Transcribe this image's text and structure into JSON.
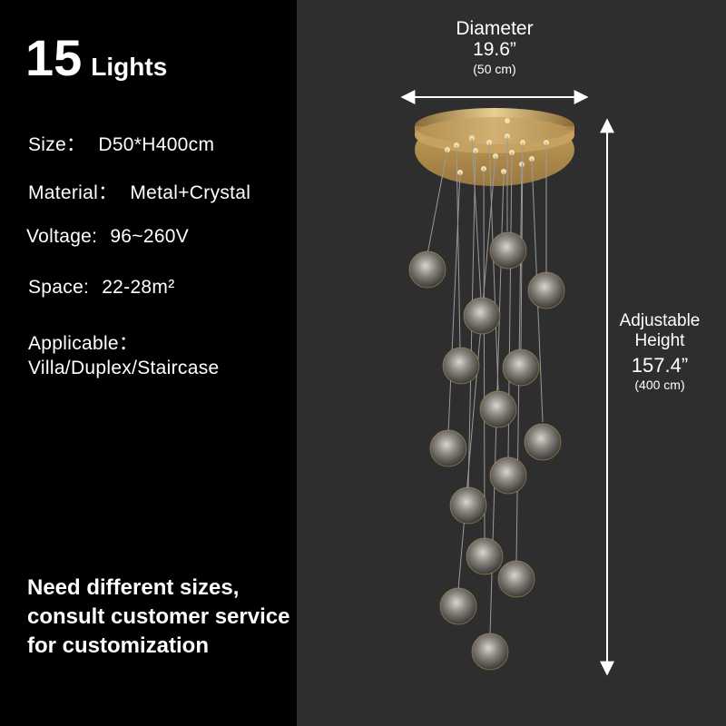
{
  "title": {
    "number": "15",
    "word": "Lights"
  },
  "specs": {
    "size": {
      "label": "Size：",
      "value": "D50*H400cm"
    },
    "material": {
      "label": "Material：",
      "value": "Metal+Crystal"
    },
    "voltage": {
      "label": "Voltage:",
      "value": "96~260V"
    },
    "space": {
      "label": "Space:",
      "value": "22-28m²"
    },
    "applicable": {
      "label": "Applicable：",
      "value": "Villa/Duplex/Staircase"
    }
  },
  "note": "Need different sizes, consult customer service for customization",
  "diameter": {
    "label": "Diameter",
    "inches": "19.6”",
    "cm": "(50 cm)"
  },
  "height": {
    "label_line1": "Adjustable",
    "label_line2": "Height",
    "inches": "157.4”",
    "cm": "(400 cm)"
  },
  "colors": {
    "left_bg": "#000000",
    "right_bg": "#2e2e2e",
    "canopy_gold": "#c9a45c",
    "text": "#ffffff"
  }
}
